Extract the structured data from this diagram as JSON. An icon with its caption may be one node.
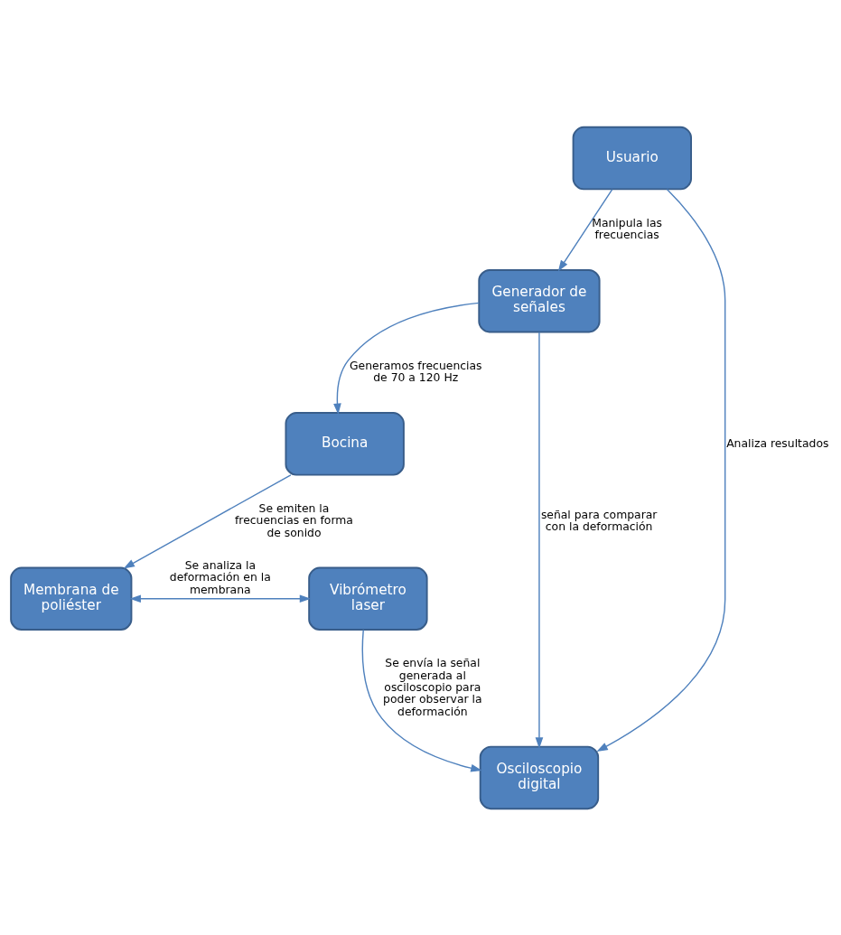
{
  "diagram": {
    "nodes": [
      {
        "text": [
          "Usuario"
        ]
      },
      {
        "text": [
          "Generador de señales"
        ]
      },
      {
        "text": [
          "Bocina"
        ]
      },
      {
        "text": [
          "Osciloscopio digital"
        ]
      },
      {
        "text": [
          "Membrana de poliéster"
        ]
      },
      {
        "text": [
          "Vibrómetro laser"
        ]
      }
    ],
    "edges": [
      {
        "from": 0,
        "to": 1,
        "arrow": "to",
        "label": "Manipula las frecuencias"
      },
      {
        "from": 1,
        "to": 2,
        "arrow": "to",
        "label": "Generamos frecuencias de 70 a 120 Hz"
      },
      {
        "from": 1,
        "to": 3,
        "arrow": "to",
        "label": "señal para comparar con la deformación"
      },
      {
        "from": 2,
        "to": 4,
        "arrow": "to",
        "label": "Se emiten la frecuencias en forma de sonido"
      },
      {
        "from": 5,
        "to": 3,
        "arrow": "to",
        "label": "Se envía la señal generada al osciloscopio para poder observar la deformación"
      },
      {
        "from": 4,
        "to": 5,
        "arrow": "both",
        "label": "Se analiza la deformación en la membrana"
      },
      {
        "from": 0,
        "to": 3,
        "arrow": "to",
        "label": "Analiza resultados"
      }
    ]
  }
}
